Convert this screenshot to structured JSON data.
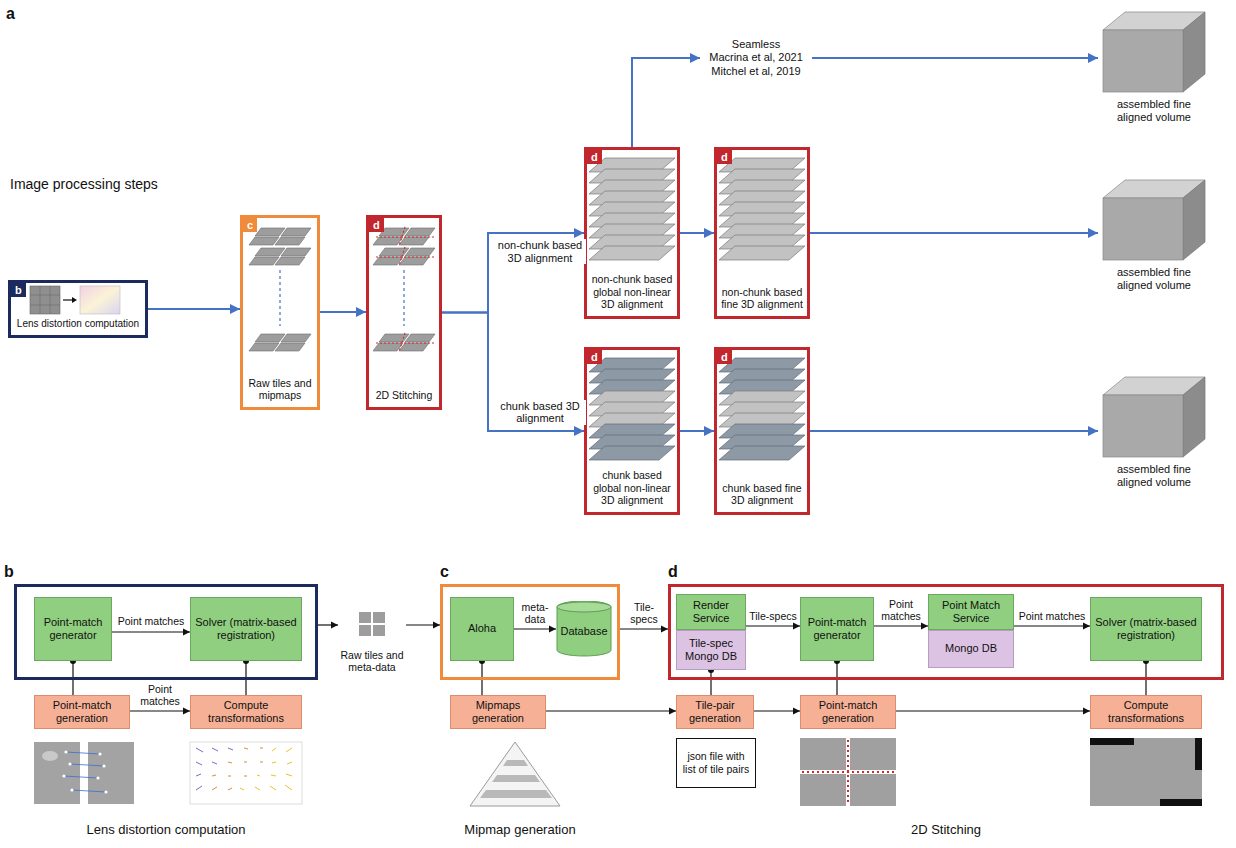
{
  "diagram": {
    "nodes": [
      {
        "text": [
          "b",
          "Lens distortion computation"
        ]
      },
      {
        "text": [
          "c",
          "Raw tiles and mipmaps"
        ]
      },
      {
        "text": [
          "d",
          "2D Stitching"
        ]
      },
      {
        "text": [
          "d",
          "non-chunk based global non-linear 3D alignment"
        ]
      },
      {
        "text": [
          "d",
          "non-chunk based fine 3D alignment"
        ]
      },
      {
        "text": [
          "d",
          "chunk based global non-linear 3D alignment"
        ]
      },
      {
        "text": [
          "d",
          "chunk based fine 3D alignment"
        ]
      },
      {
        "text": [
          "Seamless",
          "Macrina et al, 2021 Mitchel et al, 2019"
        ]
      },
      {
        "text": [
          "assembled fine aligned volume"
        ]
      },
      {
        "text": [
          "assembled fine aligned volume"
        ]
      },
      {
        "text": [
          "assembled fine aligned volume"
        ]
      },
      {
        "text": [
          "Lens distortion computation"
        ]
      },
      {
        "text": [
          "Point-match generator"
        ],
        "in": 11
      },
      {
        "text": [
          "Solver (matrix-based registration)"
        ],
        "in": 11
      },
      {
        "text": [
          "Point-match generation"
        ]
      },
      {
        "text": [
          "Compute transformations"
        ]
      },
      {
        "text": [
          "Raw tiles and meta-data"
        ]
      },
      {
        "text": [
          "Mipmap generation"
        ]
      },
      {
        "text": [
          "Aloha"
        ],
        "in": 17
      },
      {
        "text": [
          "Database"
        ],
        "in": 17
      },
      {
        "text": [
          "Mipmaps generation"
        ]
      },
      {
        "text": [
          "2D Stitching"
        ]
      },
      {
        "text": [
          "Render Service"
        ],
        "in": 21
      },
      {
        "text": [
          "Tile-spec Mongo DB"
        ],
        "in": 21
      },
      {
        "text": [
          "Point-match generator"
        ],
        "in": 21
      },
      {
        "text": [
          "Point Match Service"
        ],
        "in": 21
      },
      {
        "text": [
          "Mongo DB"
        ],
        "in": 21
      },
      {
        "text": [
          "Solver (matrix-based registration)"
        ],
        "in": 21
      },
      {
        "text": [
          "Tile-pair generation"
        ]
      },
      {
        "text": [
          "json file with list of tile pairs"
        ]
      },
      {
        "text": [
          "Point-match generation"
        ]
      },
      {
        "text": [
          "Compute transformations"
        ]
      }
    ],
    "edges": [
      {
        "from": 0,
        "to": 1,
        "arrow": "to"
      },
      {
        "from": 1,
        "to": 2,
        "arrow": "to"
      },
      {
        "from": 2,
        "to": 3,
        "label": "non-chunk based 3D alignment",
        "arrow": "to"
      },
      {
        "from": 2,
        "to": 5,
        "label": "chunk based 3D alignment",
        "arrow": "to"
      },
      {
        "from": 3,
        "to": 7,
        "arrow": "to"
      },
      {
        "from": 7,
        "to": 8,
        "arrow": "to"
      },
      {
        "from": 3,
        "to": 4,
        "arrow": "to"
      },
      {
        "from": 4,
        "to": 9,
        "arrow": "to"
      },
      {
        "from": 5,
        "to": 6,
        "arrow": "to"
      },
      {
        "from": 6,
        "to": 10,
        "arrow": "to"
      },
      {
        "from": 12,
        "to": 13,
        "label": "Point matches",
        "arrow": "to"
      },
      {
        "from": 12,
        "to": 14,
        "arrow": "none"
      },
      {
        "from": 13,
        "to": 15,
        "arrow": "none"
      },
      {
        "from": 14,
        "to": 15,
        "label": "Point matches",
        "arrow": "to"
      },
      {
        "from": 11,
        "to": 16,
        "arrow": "to"
      },
      {
        "from": 16,
        "to": 17,
        "arrow": "to"
      },
      {
        "from": 18,
        "to": 19,
        "label": "meta-data",
        "arrow": "to"
      },
      {
        "from": 18,
        "to": 20,
        "arrow": "none"
      },
      {
        "from": 17,
        "to": 21,
        "label": "Tile-specs",
        "arrow": "to"
      },
      {
        "from": 22,
        "to": 24,
        "label": "Tile-specs",
        "arrow": "to"
      },
      {
        "from": 24,
        "to": 25,
        "label": "Point matches",
        "arrow": "to"
      },
      {
        "from": 25,
        "to": 27,
        "label": "Point matches",
        "arrow": "to"
      },
      {
        "from": 23,
        "to": 28,
        "arrow": "none"
      },
      {
        "from": 24,
        "to": 30,
        "arrow": "none"
      },
      {
        "from": 27,
        "to": 31,
        "arrow": "none"
      },
      {
        "from": 20,
        "to": 28,
        "arrow": "to"
      },
      {
        "from": 28,
        "to": 30,
        "arrow": "to"
      },
      {
        "from": 30,
        "to": 31,
        "arrow": "to"
      }
    ],
    "labels": [
      "a",
      "Image processing steps",
      "b",
      "c",
      "d"
    ]
  }
}
